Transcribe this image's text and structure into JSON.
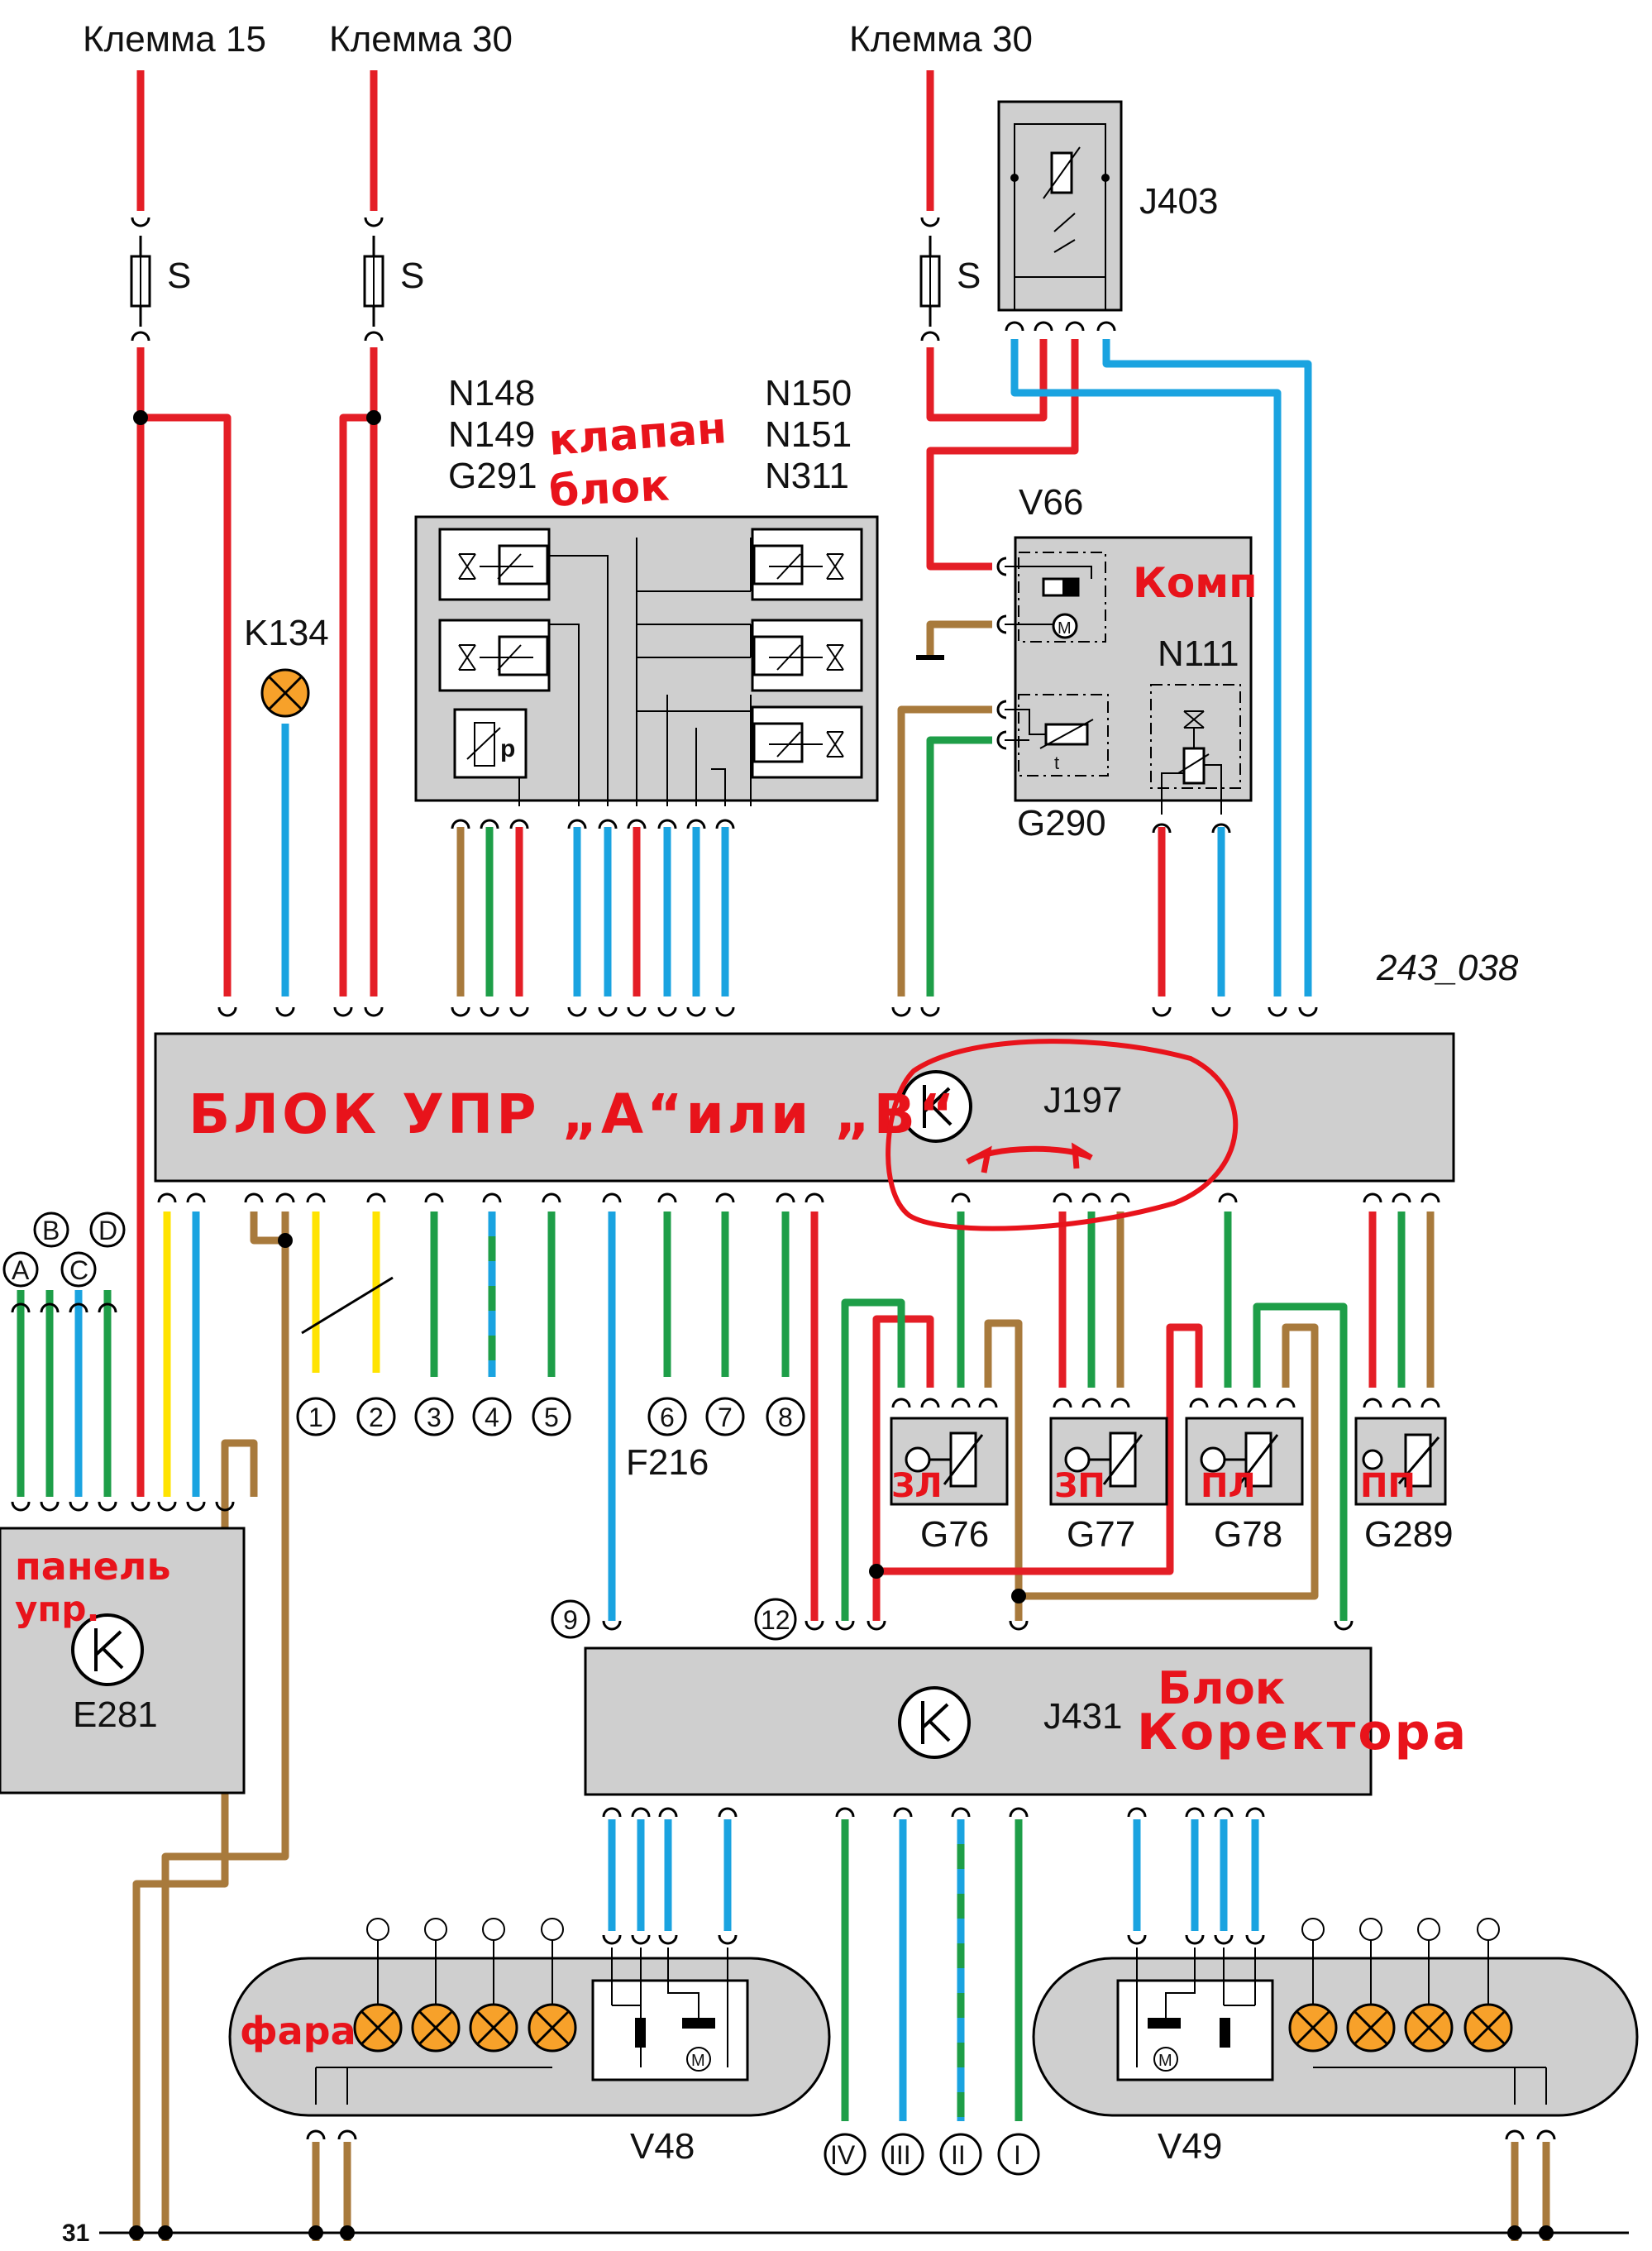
{
  "terminals": {
    "t15": "Клемма 15",
    "t30a": "Клемма 30",
    "t30b": "Клемма 30",
    "ground": "31"
  },
  "fuse_label": "S",
  "figure_id": "243_038",
  "components": {
    "k134": "K134",
    "j403": "J403",
    "valves_left": [
      "N148",
      "N149",
      "G291"
    ],
    "valves_right": [
      "N150",
      "N151",
      "N311"
    ],
    "v66": "V66",
    "n111": "N111",
    "g290": "G290",
    "j197": "J197",
    "f216": "F216",
    "g76": "G76",
    "g77": "G77",
    "g78": "G78",
    "g289": "G289",
    "e281": "E281",
    "j431": "J431",
    "v48": "V48",
    "v49": "V49",
    "p_symbol": "p",
    "motor_symbol": "M",
    "temp_symbol": "t"
  },
  "connector_letters": [
    "A",
    "B",
    "C",
    "D"
  ],
  "connector_numbers": [
    "1",
    "2",
    "3",
    "4",
    "5",
    "6",
    "7",
    "8",
    "9",
    "12"
  ],
  "roman_connectors": [
    "IV",
    "III",
    "II",
    "I"
  ],
  "handwritten": {
    "valve_block_1": "клапан",
    "valve_block_2": "блок",
    "compressor": "Комп",
    "control_unit": "БЛОК УПР „A“или „B“",
    "panel_1": "панель",
    "panel_2": "упр.",
    "corrector_1": "Блок",
    "corrector_2": "Коректора",
    "headlight": "фара",
    "g76": "ЗЛ",
    "g77": "ЗП",
    "g78": "ПЛ",
    "g289": "ПП"
  },
  "wire_colors": {
    "red": "#e41e26",
    "blue": "#1aa3e0",
    "green": "#1e9e48",
    "brown": "#a87a3c",
    "yellow": "#ffe300",
    "box_fill": "#cfcfcf",
    "lamp": "#f7a12a",
    "annotation": "#e8131b"
  }
}
